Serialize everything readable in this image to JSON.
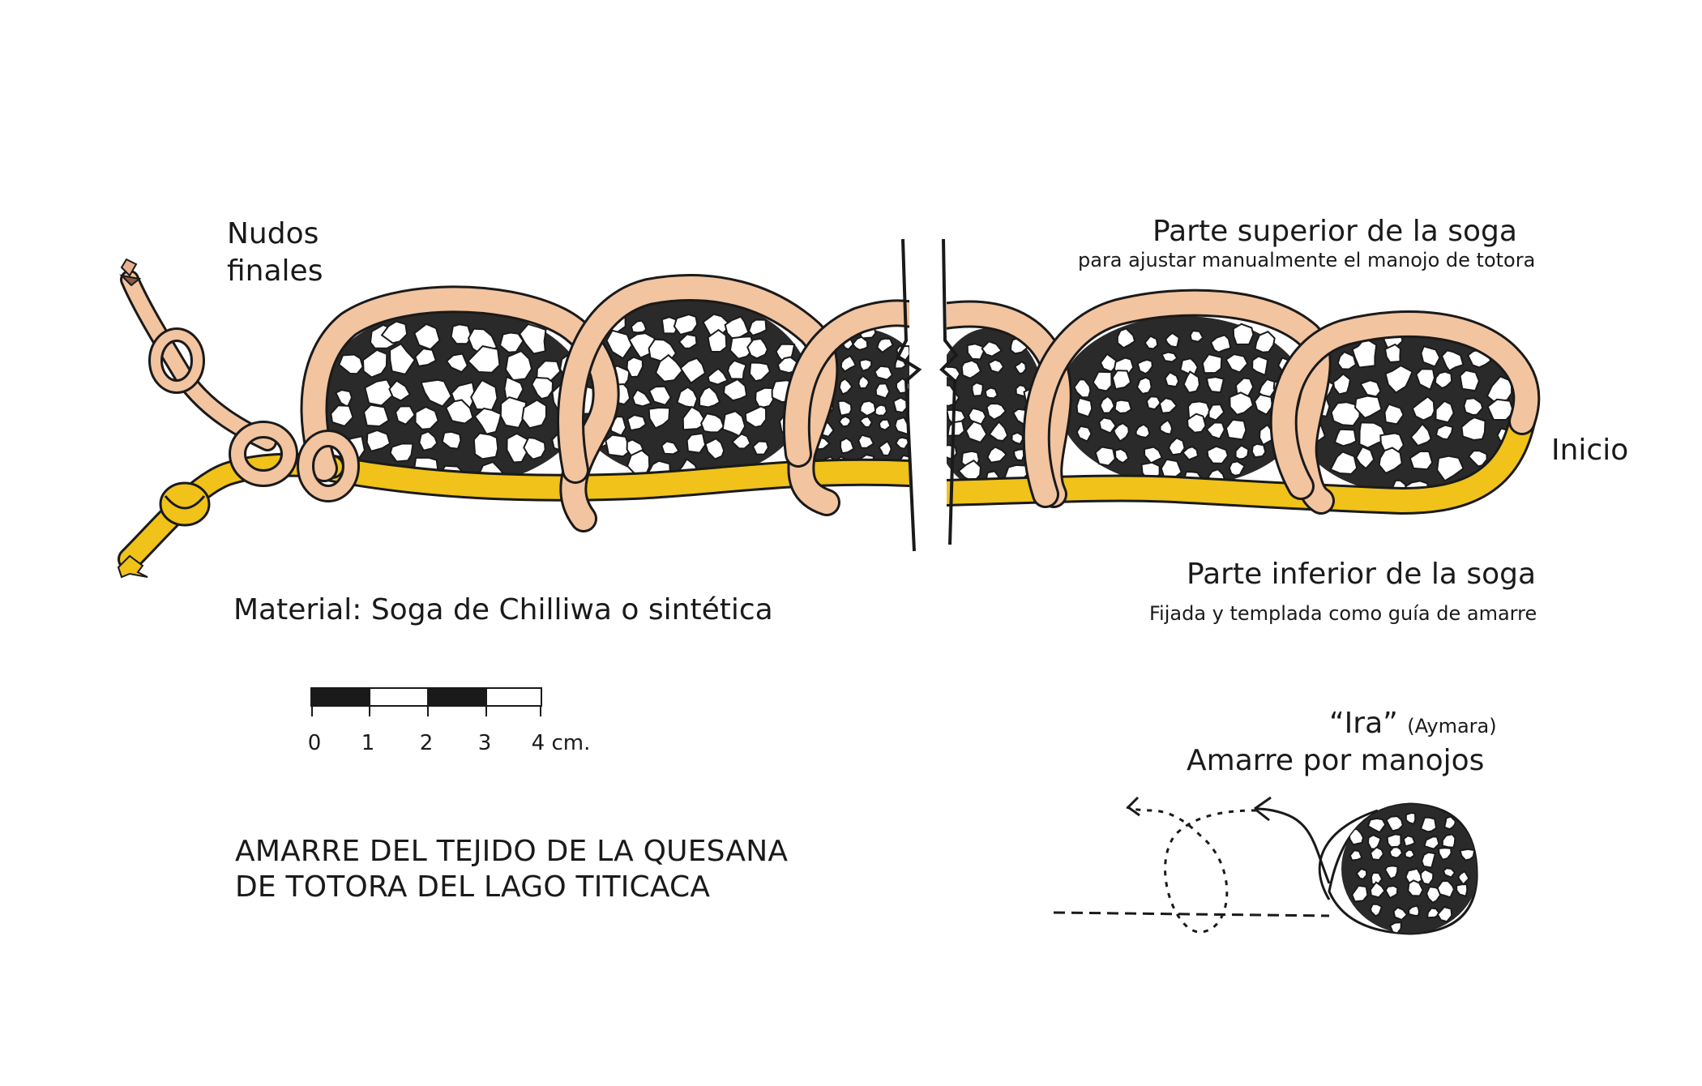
{
  "labels": {
    "nudos_line1": "Nudos",
    "nudos_line2": "finales",
    "parte_superior": "Parte superior de la soga",
    "parte_superior_sub": "para ajustar manualmente el manojo de totora",
    "inicio": "Inicio",
    "parte_inferior": "Parte inferior de la soga",
    "parte_inferior_sub": "Fijada y templada como guía de amarre",
    "material": "Material: Soga de Chilliwa o sintética",
    "title_line1": "AMARRE DEL TEJIDO DE LA QUESANA",
    "title_line2": "DE TOTORA DEL LAGO TITICACA",
    "ira": "“Ira”",
    "aymara": "(Aymara)",
    "amarre_por_manojos": "Amarre por manojos"
  },
  "scale_bar": {
    "ticks": [
      "0",
      "1",
      "2",
      "3",
      "4 cm."
    ]
  },
  "colors": {
    "upper_rope": "#f2c4a0",
    "lower_rope": "#f0c21a",
    "outline": "#1a1a1a",
    "background": "#ffffff"
  }
}
